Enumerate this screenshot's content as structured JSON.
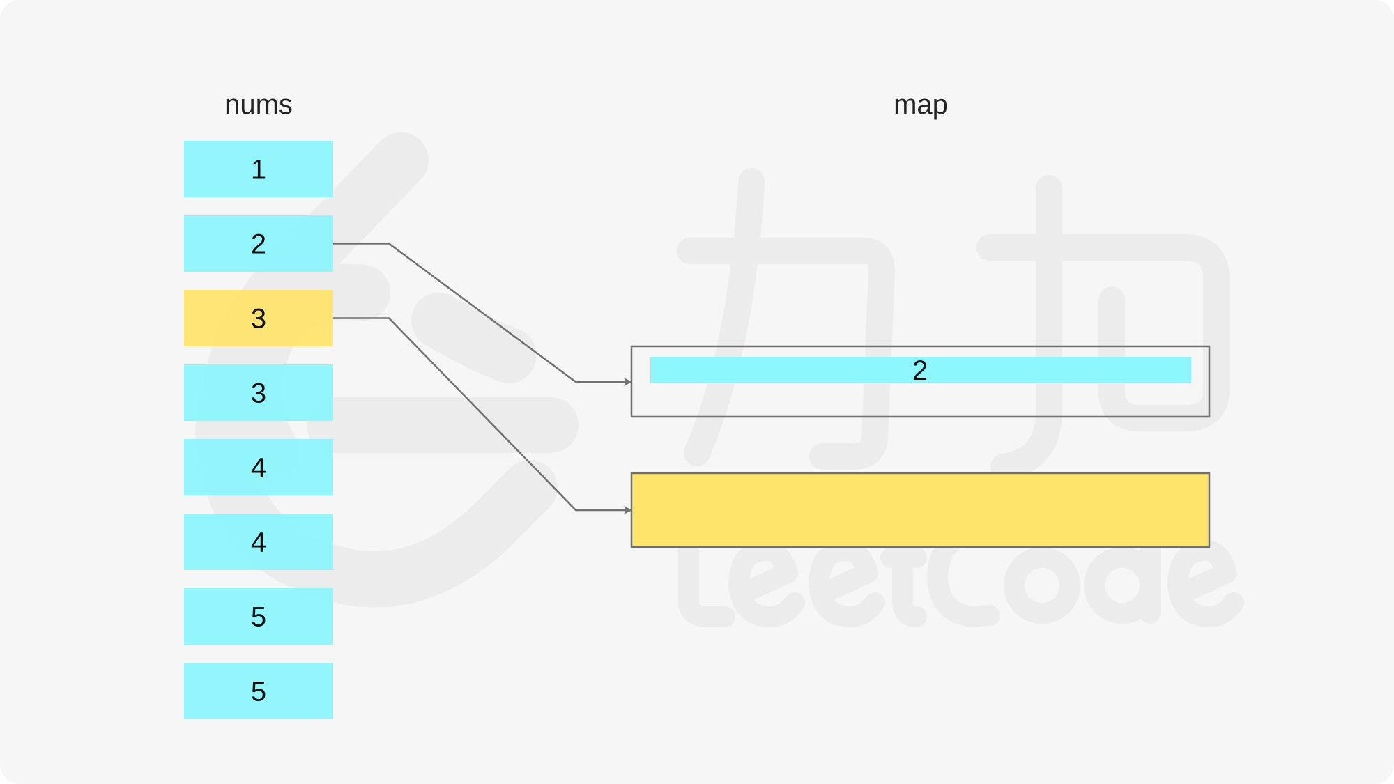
{
  "nums": {
    "label": "nums",
    "items": [
      {
        "value": "1",
        "highlighted": false
      },
      {
        "value": "2",
        "highlighted": false
      },
      {
        "value": "3",
        "highlighted": true
      },
      {
        "value": "3",
        "highlighted": false
      },
      {
        "value": "4",
        "highlighted": false
      },
      {
        "value": "4",
        "highlighted": false
      },
      {
        "value": "5",
        "highlighted": false
      },
      {
        "value": "5",
        "highlighted": false
      }
    ]
  },
  "map": {
    "label": "map",
    "buckets": [
      {
        "value": "2",
        "style": "outlined-with-cyan-bar"
      },
      {
        "value": "",
        "style": "yellow-fill"
      }
    ]
  },
  "arrows": [
    {
      "from_index": 1,
      "to_bucket": 0
    },
    {
      "from_index": 2,
      "to_bucket": 1
    }
  ],
  "watermark": {
    "text": "力扣 LeetCode"
  },
  "colors": {
    "background": "#f6f6f6",
    "cyan": "#8cf6fc",
    "yellow": "#ffe46b",
    "arrow": "#707070",
    "text": "#111111",
    "watermark": "#e9e9e9"
  }
}
